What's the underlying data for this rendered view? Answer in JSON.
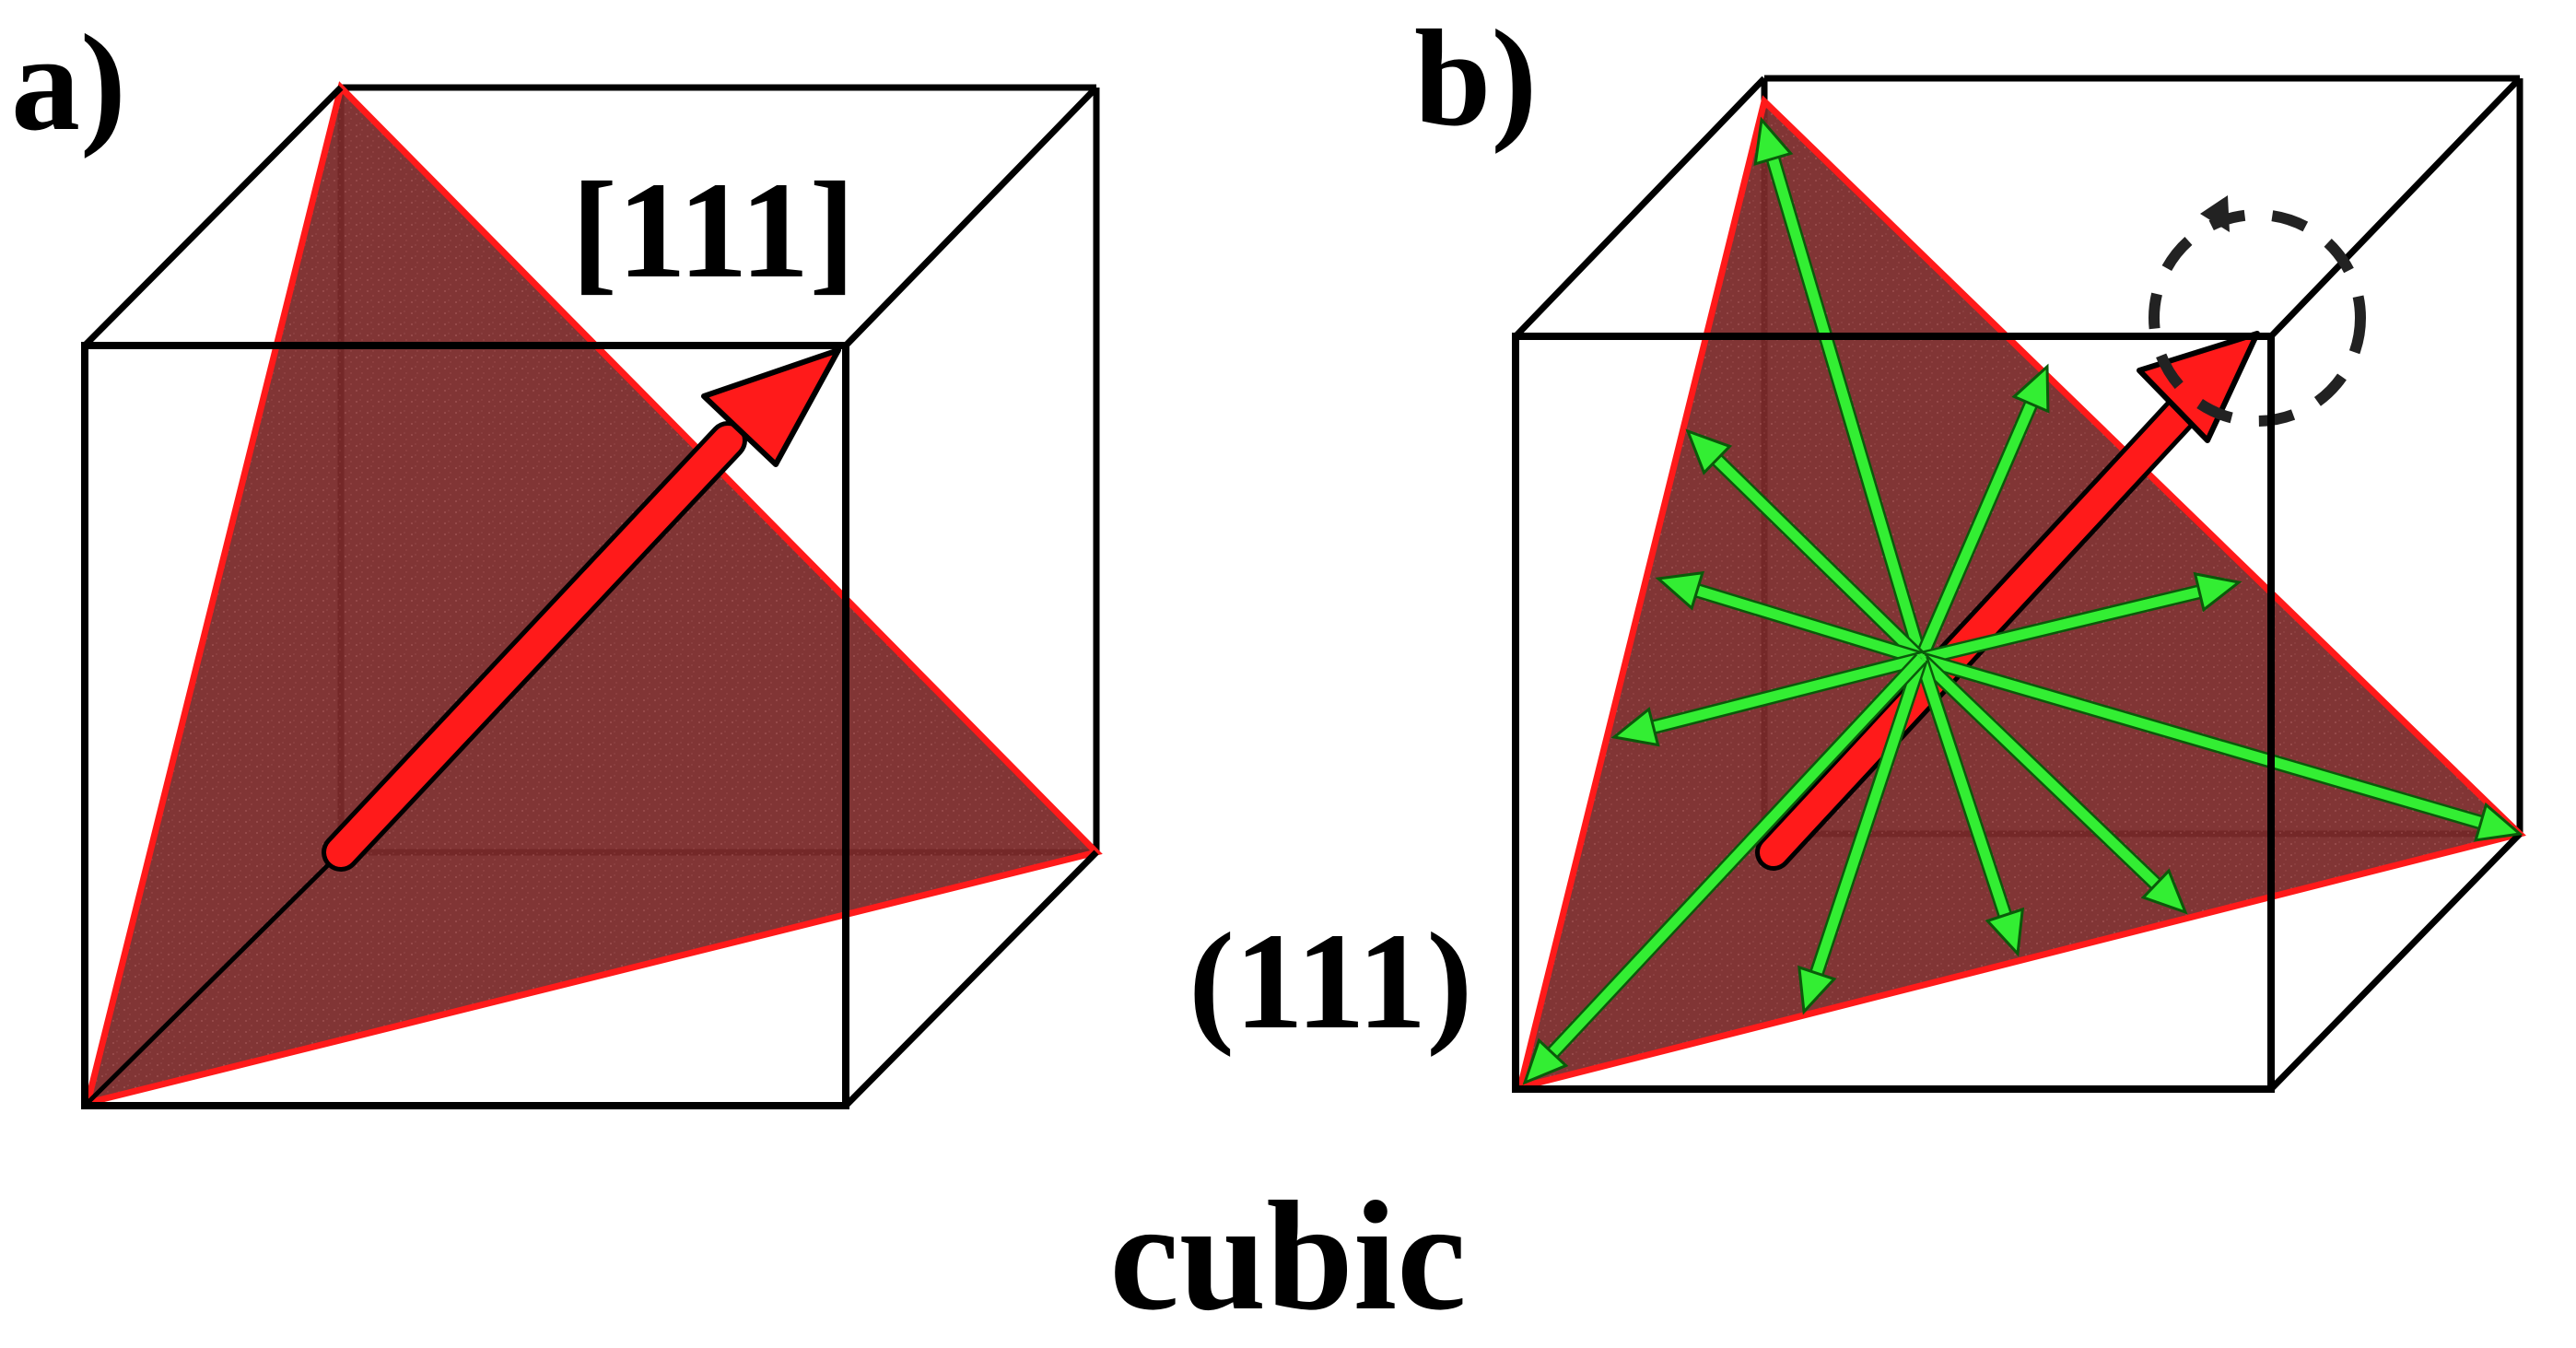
{
  "figure": {
    "panel_a": {
      "label": "a)",
      "direction_label": "[111]"
    },
    "panel_b": {
      "label": "b)",
      "plane_label": "(111)"
    },
    "caption": "cubic"
  },
  "colors": {
    "cube_edges": "#000000",
    "plane_fill": "#7a2a2a",
    "plane_edge": "#ff1a1a",
    "normal_arrow": "#ff1a1a",
    "in_plane_arrows": "#33ee33",
    "rotation_indicator": "#222222",
    "background": "#ffffff"
  },
  "icons": {
    "normal_vector": "red-arrow-icon",
    "in_plane_vectors": "green-double-arrow-icon",
    "rotation": "dashed-circle-rotation-icon"
  }
}
